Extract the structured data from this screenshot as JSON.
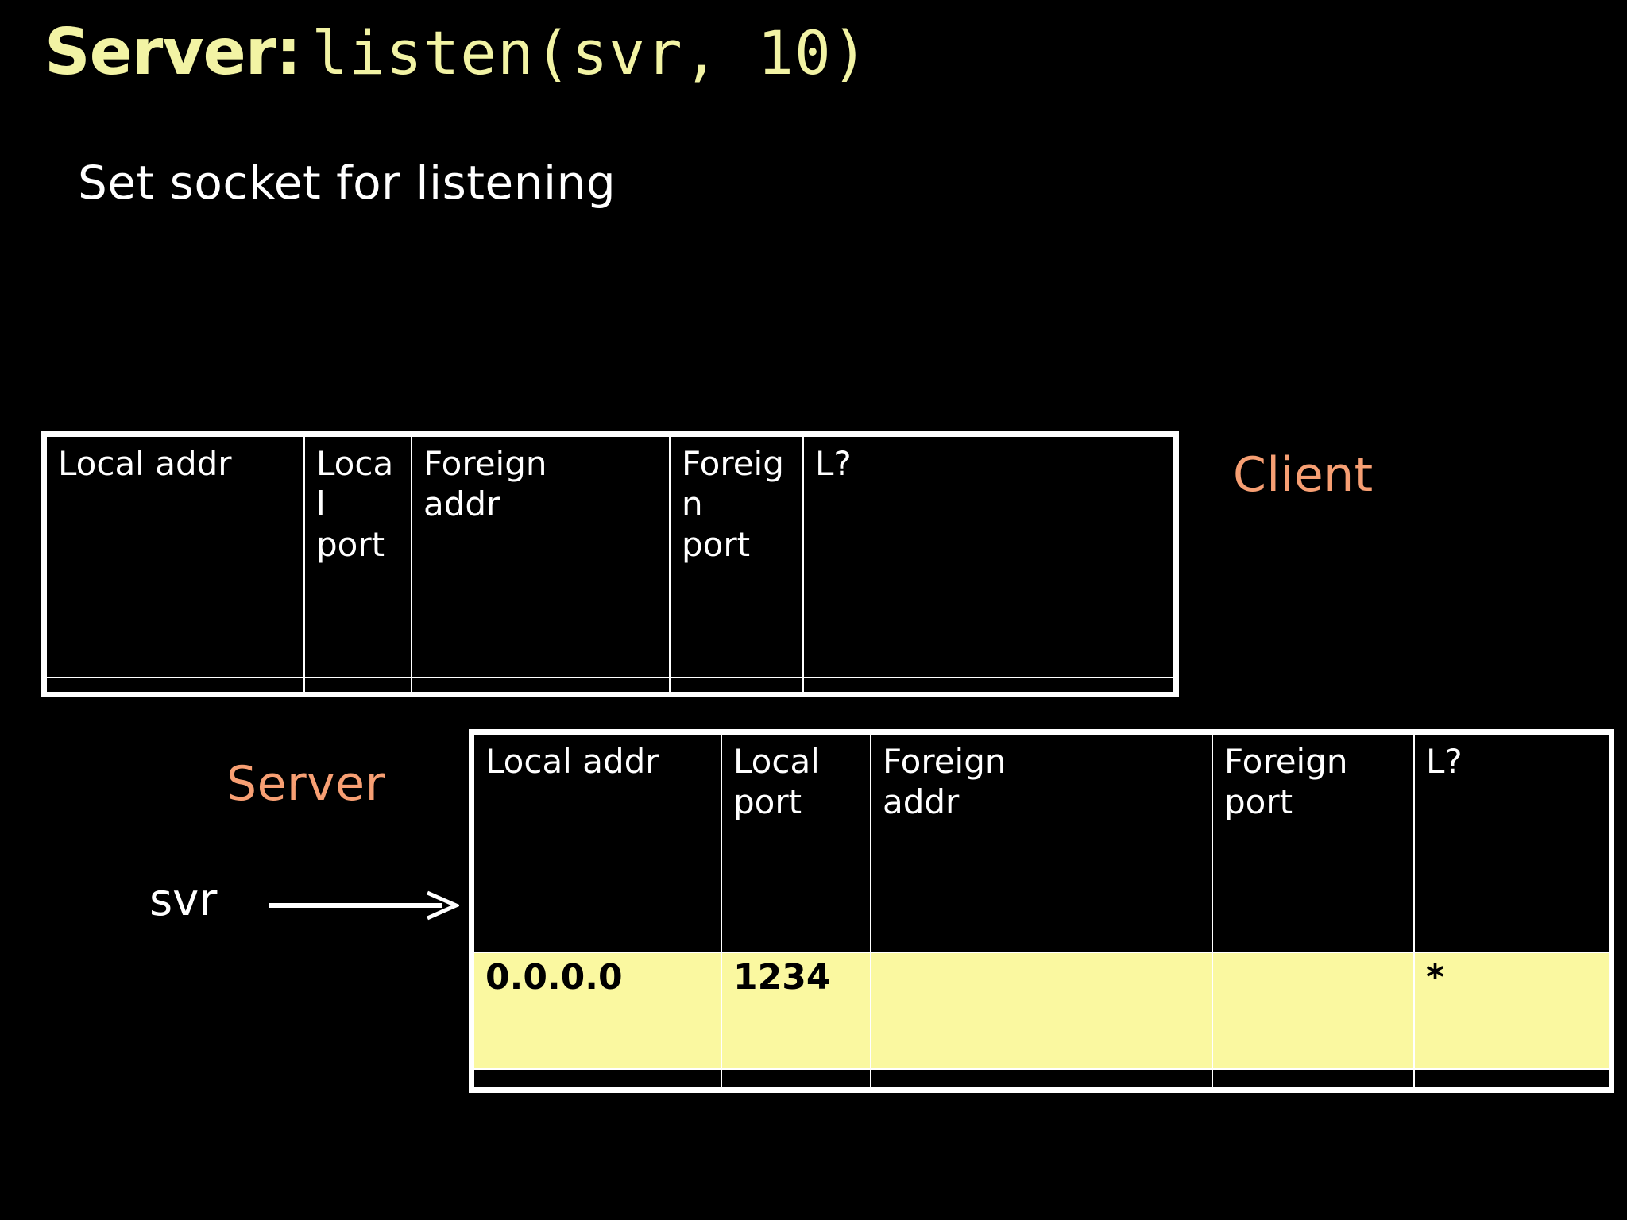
{
  "slide": {
    "title_prefix": "Server:",
    "title_call": "listen(svr, 10)",
    "subtitle": "Set socket for listening",
    "accent_color": "#F79F73",
    "title_color": "#F2F3A4",
    "highlight_color": "#FAF8A0",
    "background_color": "#000000",
    "text_color": "#FFFFFF"
  },
  "tables": {
    "client": {
      "label": "Client",
      "columns": [
        "Local addr",
        "Local\nport",
        "Foreign\naddr",
        "Foreign\nport",
        "L?"
      ],
      "headers": {
        "local_addr": "Local addr",
        "local_port_line1": "Local",
        "local_port_line2": "port",
        "foreign_addr_line1": "Foreign",
        "foreign_addr_line2": "addr",
        "foreign_port_line1": "Foreign",
        "foreign_port_line2": "port",
        "listening": "L?"
      },
      "rows": [
        {
          "highlight": false,
          "local_addr": "",
          "local_port": "",
          "foreign_addr": "",
          "foreign_port": "",
          "listening": ""
        }
      ]
    },
    "server": {
      "label": "Server",
      "pointer_label": "svr",
      "pointer_icon": "arrow-right-icon",
      "headers": {
        "local_addr": "Local addr",
        "local_port_line1": "Local",
        "local_port_line2": "port",
        "foreign_addr_line1": "Foreign",
        "foreign_addr_line2": "addr",
        "foreign_port_line1": "Foreign",
        "foreign_port_line2": "port",
        "listening": "L?"
      },
      "rows": [
        {
          "highlight": true,
          "local_addr": "0.0.0.0",
          "local_port": "1234",
          "foreign_addr": "",
          "foreign_port": "",
          "listening": "*"
        },
        {
          "highlight": false,
          "local_addr": "",
          "local_port": "",
          "foreign_addr": "",
          "foreign_port": "",
          "listening": ""
        }
      ]
    }
  }
}
